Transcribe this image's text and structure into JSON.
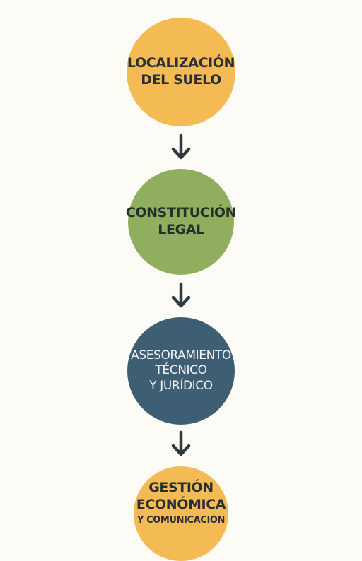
{
  "diagram": {
    "steps": [
      {
        "lines": [
          "LOCALIZACIÓN",
          "DEL SUELO"
        ],
        "color": "#f4bb54"
      },
      {
        "lines": [
          "CONSTITUCIÓN",
          "LEGAL"
        ],
        "color": "#8fae5e"
      },
      {
        "lines": [
          "ASESORAMIENTO",
          "TÉCNICO",
          "Y JURÍDICO"
        ],
        "color": "#3e5f73"
      },
      {
        "lines": [
          "GESTIÓN",
          "ECONÓMICA",
          "Y COMUNICACIÓN"
        ],
        "color": "#f4bb54"
      }
    ],
    "arrow_color": "#2f3a40"
  }
}
